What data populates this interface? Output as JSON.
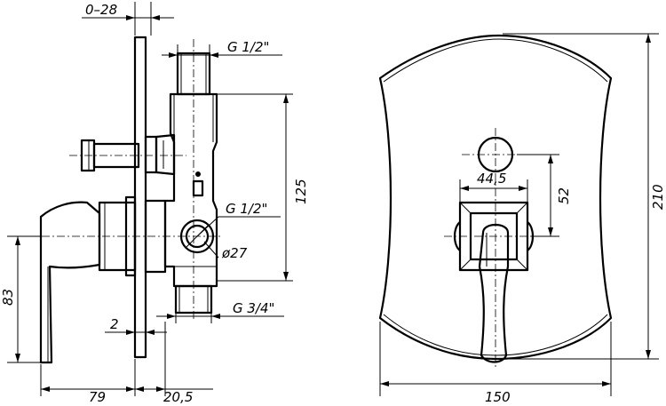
{
  "dimensions": {
    "adjust": "0–28",
    "inlet_top": "G 1/2\"",
    "inlet_mid": "G 1/2\"",
    "outlet": "G 3/4\"",
    "diameter": "ø27",
    "body_height": "125",
    "lever_height": "83",
    "plate_thickness": "2",
    "lever_depth": "79",
    "body_offset": "20,5",
    "plate_width": "150",
    "plate_height": "210",
    "center_distance": "52",
    "flange_width": "44,5"
  }
}
